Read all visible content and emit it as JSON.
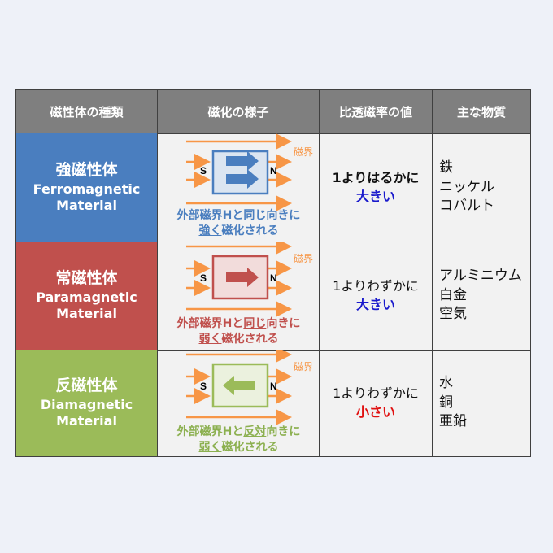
{
  "header": {
    "col1": "磁性体の種類",
    "col2": "磁化の様子",
    "col3": "比透磁率の値",
    "col4": "主な物質"
  },
  "rows": [
    {
      "type_jp": "強磁性体",
      "type_en1": "Ferromagnetic",
      "type_en2": "Material",
      "color": "#4a7ebf",
      "diagram": {
        "field_label": "磁界",
        "s_label": "S",
        "n_label": "N",
        "caption_pre": "外部磁界Hと",
        "caption_u": "同じ",
        "caption_post": "向きに",
        "caption2_u": "強く",
        "caption2_post": "磁化される",
        "caption_color": "#4a7ebf"
      },
      "perm_line1": "1よりはるかに",
      "perm_value": "大きい",
      "perm_color": "#1a1acc",
      "materials": [
        "鉄",
        "ニッケル",
        "コバルト"
      ]
    },
    {
      "type_jp": "常磁性体",
      "type_en1": "Paramagnetic",
      "type_en2": "Material",
      "color": "#c0504d",
      "diagram": {
        "field_label": "磁界",
        "s_label": "S",
        "n_label": "N",
        "caption_pre": "外部磁界Hと",
        "caption_u": "同じ",
        "caption_post": "向きに",
        "caption2_u": "弱く",
        "caption2_post": "磁化される",
        "caption_color": "#c0504d"
      },
      "perm_line1": "1よりわずかに",
      "perm_value": "大きい",
      "perm_color": "#1a1acc",
      "materials": [
        "アルミニウム",
        "白金",
        "空気"
      ]
    },
    {
      "type_jp": "反磁性体",
      "type_en1": "Diamagnetic",
      "type_en2": "Material",
      "color": "#9bbb59",
      "diagram": {
        "field_label": "磁界",
        "s_label": "S",
        "n_label": "N",
        "caption_pre": "外部磁界Hと",
        "caption_u": "反対",
        "caption_post": "向きに",
        "caption2_u": "弱く",
        "caption2_post": "磁化される",
        "caption_color": "#8cb050"
      },
      "perm_line1": "1よりわずかに",
      "perm_value": "小さい",
      "perm_color": "#e01010",
      "materials": [
        "水",
        "銅",
        "亜鉛"
      ]
    }
  ],
  "colors": {
    "header_bg": "#7f7f7f",
    "field_arrow": "#f79646",
    "cell_bg": "#f2f2f2",
    "page_bg": "#eef1f8"
  }
}
